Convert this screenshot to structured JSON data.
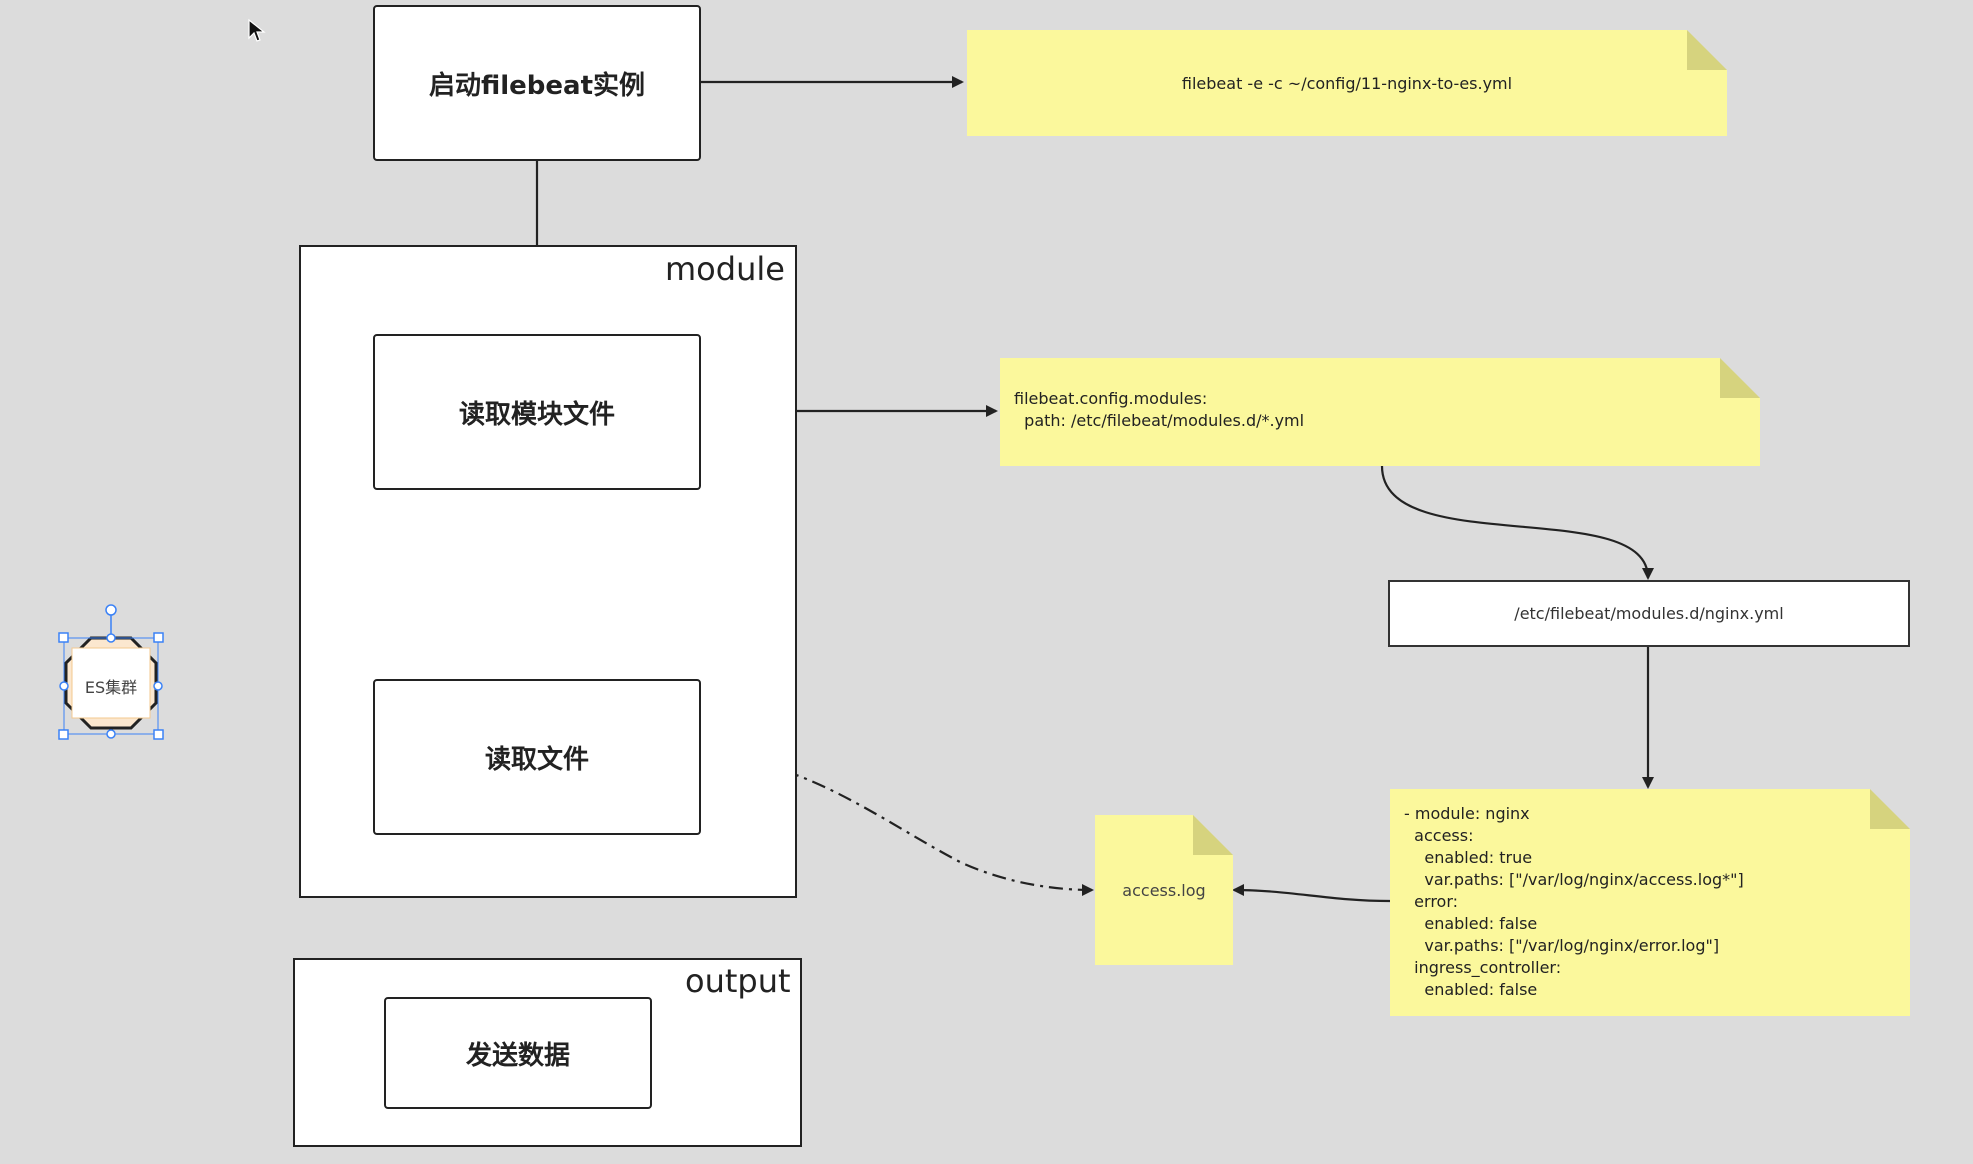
{
  "containers": {
    "module_label": "module",
    "output_label": "output"
  },
  "nodes": {
    "start": "启动filebeat实例",
    "read_module": "读取模块文件",
    "read_file": "读取文件",
    "send_data": "发送数据",
    "es_cluster": "ES集群"
  },
  "notes": {
    "cmd": "filebeat -e -c ~/config/11-nginx-to-es.yml",
    "modules_config": "filebeat.config.modules:\n  path: /etc/filebeat/modules.d/*.yml",
    "nginx_path": "/etc/filebeat/modules.d/nginx.yml",
    "nginx_module": "- module: nginx\n  access:\n    enabled: true\n    var.paths: [\"/var/log/nginx/access.log*\"]\n  error:\n    enabled: false\n    var.paths: [\"/var/log/nginx/error.log\"]\n  ingress_controller:\n    enabled: false",
    "access_log": "access.log"
  },
  "colors": {
    "background": "#dcdcdc",
    "note": "#fbf89c",
    "selection": "#3b82f6",
    "es_fill": "#fbe7cf"
  }
}
